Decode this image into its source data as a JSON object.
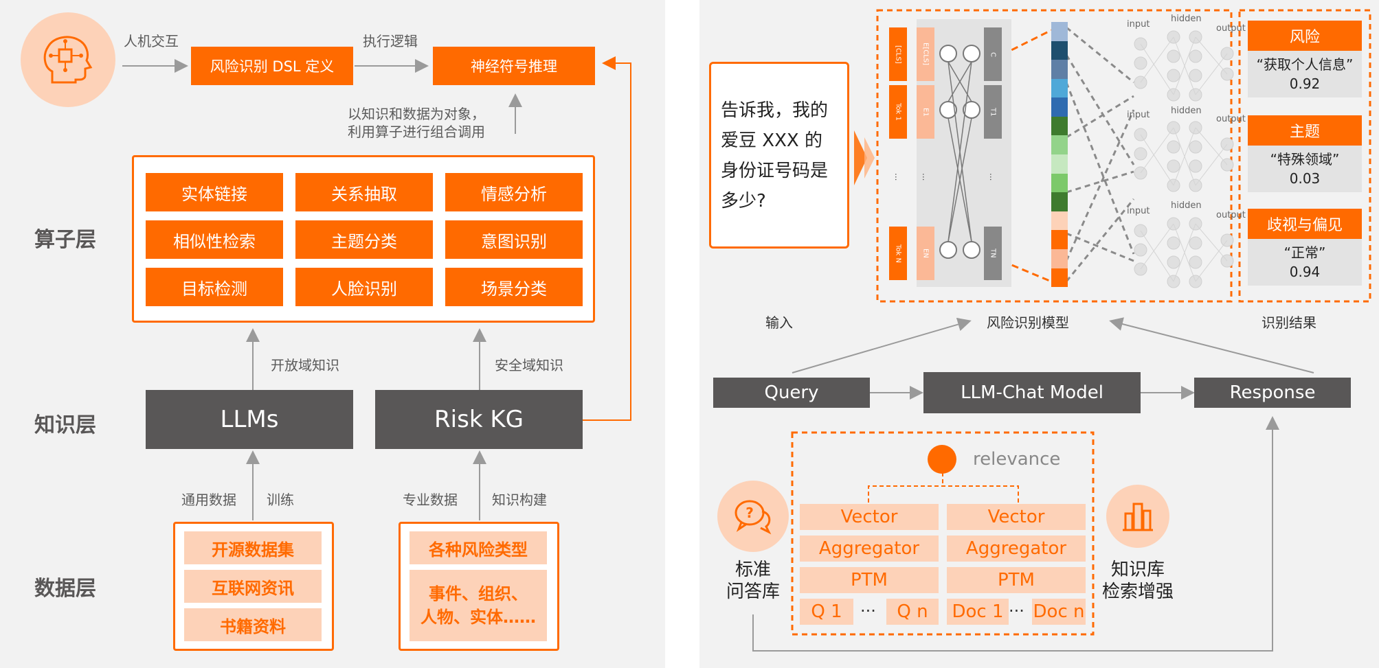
{
  "left": {
    "layers": {
      "operator": "算子层",
      "knowledge": "知识层",
      "data": "数据层"
    },
    "top_flow": {
      "hci_label": "人机交互",
      "dsl_box": "风险识别 DSL 定义",
      "exec_label": "执行逻辑",
      "neuro_box": "神经符号推理",
      "invoke_note_line1": "以知识和数据为对象，",
      "invoke_note_line2": "利用算子进行组合调用"
    },
    "operators": [
      "实体链接",
      "关系抽取",
      "情感分析",
      "相似性检索",
      "主题分类",
      "意图识别",
      "目标检测",
      "人脸识别",
      "场景分类"
    ],
    "open_domain_label": "开放域知识",
    "safe_domain_label": "安全域知识",
    "llms_box": "LLMs",
    "riskkg_box": "Risk KG",
    "general_data_label": "通用数据",
    "train_label": "训练",
    "pro_data_label": "专业数据",
    "kg_build_label": "知识构建",
    "data_left": [
      "开源数据集",
      "互联网资讯",
      "书籍资料"
    ],
    "data_right_1": "各种风险类型",
    "data_right_2_line1": "事件、组织、",
    "data_right_2_line2": "人物、实体……"
  },
  "right": {
    "input_text_lines": [
      "告诉我，我的",
      "爱豆 XXX 的",
      "身份证号码是",
      "多少?"
    ],
    "input_label": "输入",
    "model_label": "风险识别模型",
    "result_label": "识别结果",
    "bert_tokens": [
      "[CLS]",
      "Tok 1",
      "...",
      "Tok N"
    ],
    "bert_embeds": [
      "E[CLS]",
      "E1",
      "...",
      "EN"
    ],
    "bert_outputs": [
      "C",
      "T1",
      "...",
      "TN"
    ],
    "nn_labels": {
      "input": "input",
      "hidden": "hidden",
      "output": "output"
    },
    "results": [
      {
        "title": "风险",
        "value_text": "“获取个人信息”",
        "score": "0.92"
      },
      {
        "title": "主题",
        "value_text": "“特殊领域”",
        "score": "0.03"
      },
      {
        "title": "歧视与偏见",
        "value_text": "“正常”",
        "score": "0.94"
      }
    ],
    "query_box": "Query",
    "chat_box": "LLM-Chat Model",
    "response_box": "Response",
    "relevance_label": "relevance",
    "retrieval_cols": [
      {
        "vector": "Vector",
        "aggregator": "Aggregator",
        "ptm": "PTM",
        "first": "Q 1",
        "ellipsis": "···",
        "last": "Q n"
      },
      {
        "vector": "Vector",
        "aggregator": "Aggregator",
        "ptm": "PTM",
        "first": "Doc 1",
        "ellipsis": "···",
        "last": "Doc n"
      }
    ],
    "qa_label_line1": "标准",
    "qa_label_line2": "问答库",
    "kb_label_line1": "知识库",
    "kb_label_line2": "检索增强"
  },
  "colors": {
    "accent": "#ff6a00",
    "dark": "#595757",
    "peach": "#fdd2b8",
    "panel": "#f2f2f2"
  }
}
